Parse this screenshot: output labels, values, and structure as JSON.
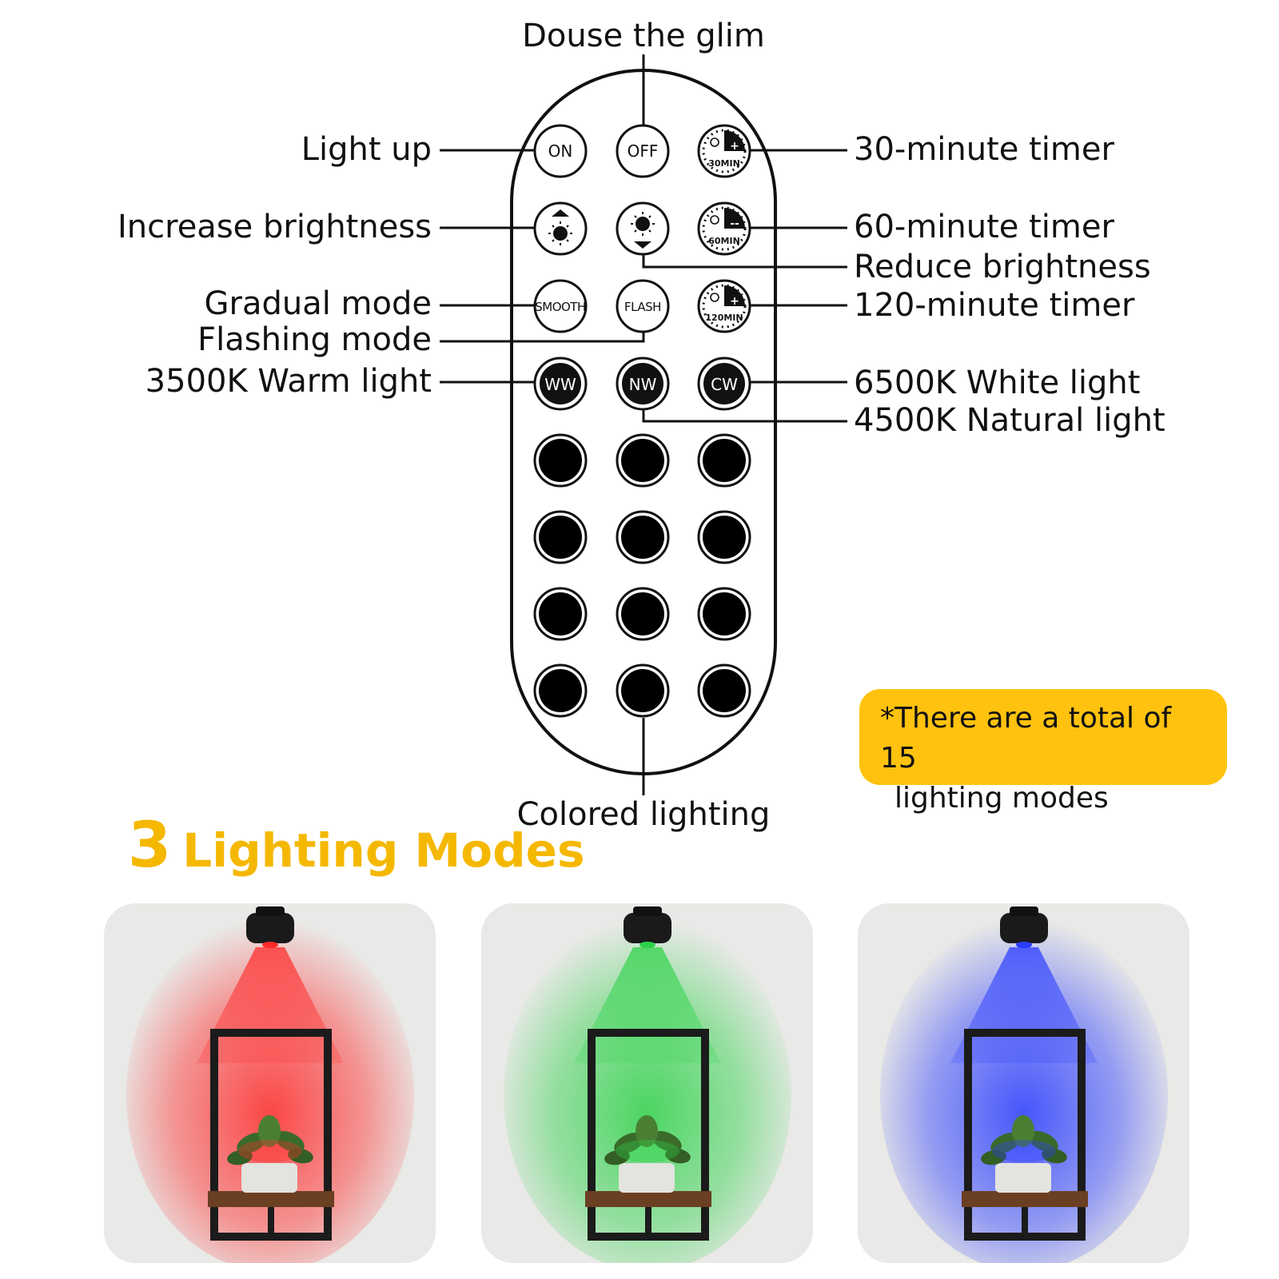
{
  "labels": {
    "top": "Douse the glim",
    "light_up": "Light up",
    "increase_brightness": "Increase brightness",
    "gradual_mode": "Gradual mode",
    "flashing_mode": "Flashing mode",
    "warm_light": "3500K Warm light",
    "timer_30": "30-minute timer",
    "timer_60": "60-minute timer",
    "reduce_brightness": "Reduce brightness",
    "timer_120": "120-minute timer",
    "white_light": "6500K White light",
    "natural_light": "4500K Natural light",
    "colored_lighting": "Colored lighting"
  },
  "buttons": {
    "on": "ON",
    "off": "OFF",
    "smooth": "SMOOTH",
    "flash": "FLASH",
    "ww": "WW",
    "nw": "NW",
    "cw": "CW",
    "timer_30": "30MIN",
    "timer_60": "60MIN",
    "timer_120": "120MIN"
  },
  "note": {
    "line1": "*There are a total of 15",
    "line2": "lighting modes"
  },
  "heading": {
    "number": "3",
    "text": "Lighting Modes"
  },
  "colors": {
    "accent": "#f5b800",
    "note_bg": "#ffc20e",
    "red_light": "#ff2a2a",
    "green_light": "#2fd24a",
    "blue_light": "#2a3cff"
  },
  "panels": [
    {
      "name": "red-light-panel",
      "color": "#ff2a2a"
    },
    {
      "name": "green-light-panel",
      "color": "#2fd24a"
    },
    {
      "name": "blue-light-panel",
      "color": "#2a3cff"
    }
  ]
}
